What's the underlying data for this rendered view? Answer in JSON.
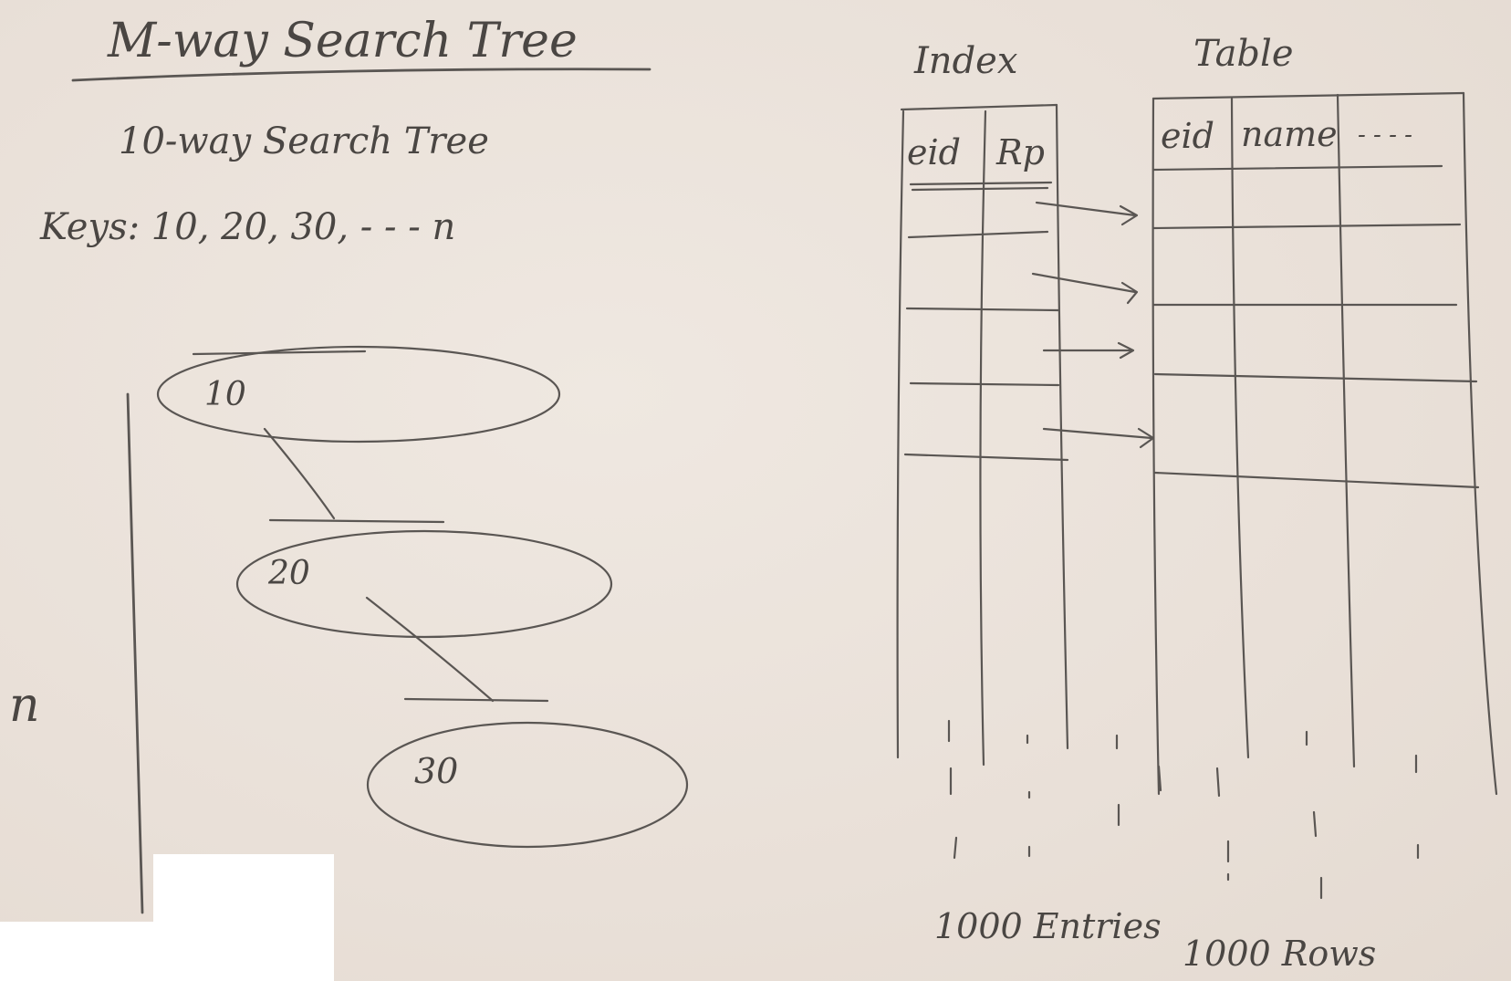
{
  "left_panel": {
    "title": "M-way Search Tree",
    "subtitle": "10-way Search Tree",
    "keys_label": "Keys: 10, 20, 30, -  -  -  n",
    "height_label": "n",
    "nodes": [
      {
        "key": "10"
      },
      {
        "key": "20"
      },
      {
        "key": "30"
      }
    ]
  },
  "right_panel": {
    "index_title": "Index",
    "table_title": "Table",
    "index_columns": [
      "eid",
      "Rp"
    ],
    "table_columns": [
      "eid",
      "name",
      "- - - -"
    ],
    "index_footer": "1000 Entries",
    "table_footer": "1000 Rows"
  }
}
